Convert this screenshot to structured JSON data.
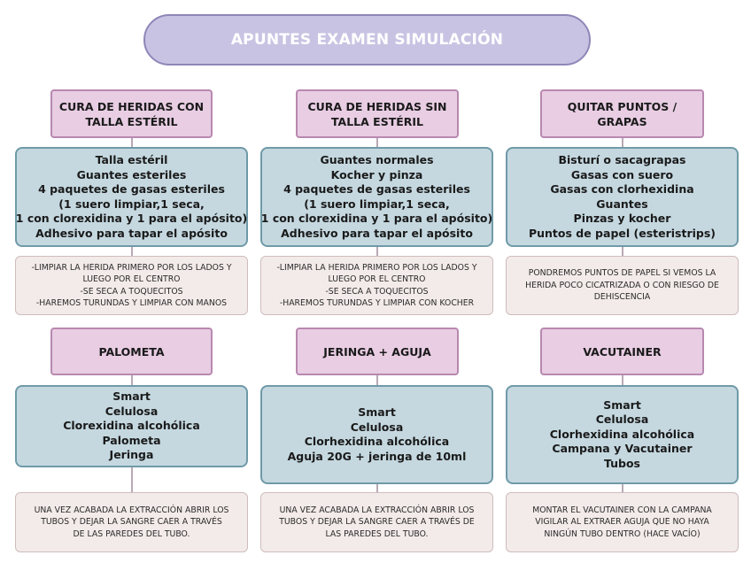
{
  "title": "APUNTES EXAMEN SIMULACIÓN",
  "columns": [
    {
      "sections": [
        {
          "header": "CURA DE HERIDAS CON\nTALLA ESTÉRIL",
          "items": [
            "Talla estéril",
            "Guantes esteriles",
            "4 paquetes de gasas esteriles",
            "(1 suero limpiar,1 seca,",
            "1 con clorexidina y 1 para el apósito)",
            "Adhesivo para tapar el apósito"
          ],
          "note": [
            "-LIMPIAR LA HERIDA PRIMERO POR LOS LADOS Y",
            "LUEGO POR EL CENTRO",
            "-SE SECA A TOQUECITOS",
            "-HAREMOS TURUNDAS Y LIMPIAR CON MANOS"
          ]
        },
        {
          "header": "PALOMETA",
          "items": [
            "Smart",
            "Celulosa",
            "Clorexidina alcohólica",
            "Palometa",
            "Jeringa"
          ],
          "note": [
            "UNA VEZ ACABADA LA EXTRACCIÓN ABRIR LOS",
            "TUBOS Y DEJAR LA SANGRE CAER A TRAVÉS",
            "DE LAS PAREDES DEL TUBO."
          ]
        }
      ]
    },
    {
      "sections": [
        {
          "header": "CURA DE HERIDAS SIN\nTALLA ESTÉRIL",
          "items": [
            "Guantes normales",
            "Kocher y pinza",
            "4 paquetes de gasas esteriles",
            "(1 suero limpiar,1 seca,",
            "1 con clorexidina y 1 para el apósito)",
            "Adhesivo para tapar el apósito"
          ],
          "note": [
            "-LIMPIAR LA HERIDA PRIMERO POR LOS LADOS Y",
            "LUEGO POR EL CENTRO",
            "-SE SECA A TOQUECITOS",
            "-HAREMOS TURUNDAS Y LIMPIAR CON KOCHER"
          ]
        },
        {
          "header": "JERINGA + AGUJA",
          "items": [
            "Smart",
            "Celulosa",
            "Clorhexidina alcohólica",
            "Aguja 20G + jeringa de 10ml"
          ],
          "note": [
            "UNA VEZ ACABADA LA EXTRACCIÓN ABRIR LOS",
            "TUBOS Y DEJAR LA SANGRE CAER A TRAVÉS DE",
            "LAS PAREDES DEL TUBO."
          ]
        }
      ]
    },
    {
      "sections": [
        {
          "header": "QUITAR PUNTOS /\nGRAPAS",
          "items": [
            "Bisturí o sacagrapas",
            "Gasas con suero",
            "Gasas con clorhexidina",
            "Guantes",
            "Pinzas y kocher",
            "Puntos de papel (esteristrips)"
          ],
          "note": [
            "PONDREMOS PUNTOS DE PAPEL SI VEMOS LA",
            "HERIDA POCO CICATRIZADA O CON RIESGO DE",
            "DEHISCENCIA"
          ]
        },
        {
          "header": "VACUTAINER",
          "items": [
            "Smart",
            "Celulosa",
            "Clorhexidina alcohólica",
            "Campana y Vacutainer",
            "Tubos"
          ],
          "note": [
            "MONTAR EL VACUTAINER CON LA CAMPANA",
            "VIGILAR AL EXTRAER AGUJA QUE NO HAYA",
            "NINGÚN TUBO DENTRO (HACE VACÍO)"
          ]
        }
      ]
    }
  ]
}
